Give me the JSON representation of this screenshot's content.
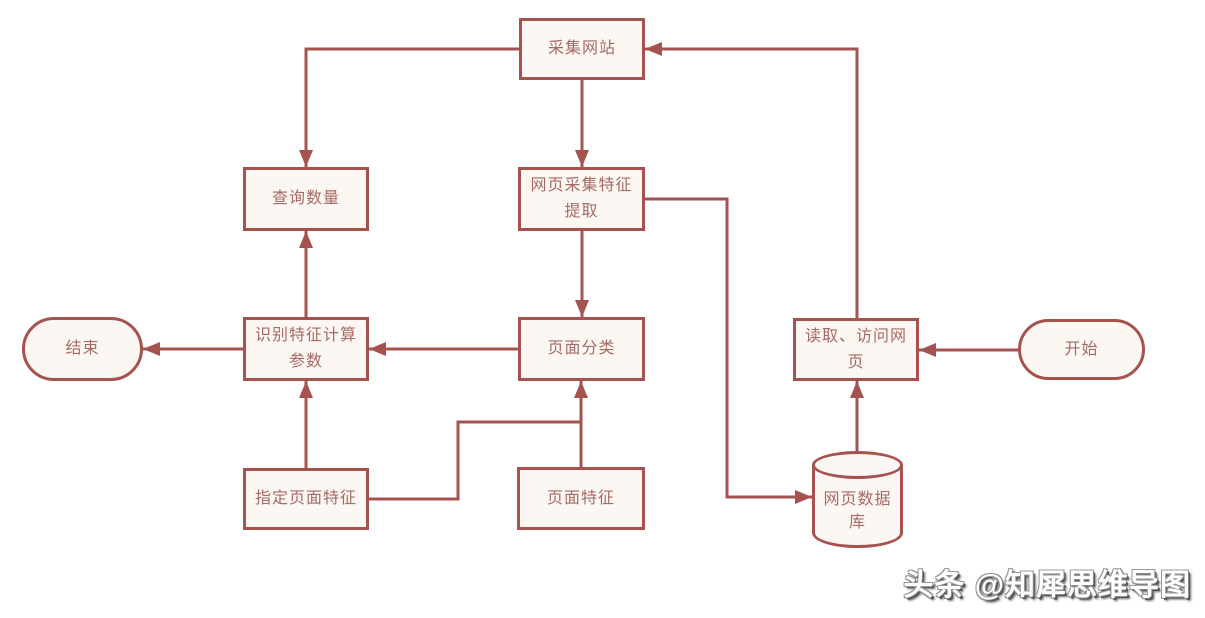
{
  "colors": {
    "line": "#a6534f",
    "node_fill": "#fcf7f3",
    "node_text": "#a76a64",
    "background": "#ffffff"
  },
  "nodes": [
    {
      "id": "collect-website",
      "shape": "rect",
      "label": "采集网站"
    },
    {
      "id": "query-quantity",
      "shape": "rect",
      "label": "查询数量"
    },
    {
      "id": "web-collect-feature-extraction",
      "shape": "rect",
      "label": "网页采集特征\n提取"
    },
    {
      "id": "end",
      "shape": "stadium",
      "label": "结束"
    },
    {
      "id": "identify-feature-calc-params",
      "shape": "rect",
      "label": "识别特征计算\n参数"
    },
    {
      "id": "page-classification",
      "shape": "rect",
      "label": "页面分类"
    },
    {
      "id": "read-access-webpage",
      "shape": "rect",
      "label": "读取、访问网\n页"
    },
    {
      "id": "start",
      "shape": "stadium",
      "label": "开始"
    },
    {
      "id": "specify-page-features",
      "shape": "rect",
      "label": "指定页面特征"
    },
    {
      "id": "page-features",
      "shape": "rect",
      "label": "页面特征"
    },
    {
      "id": "webpage-database",
      "shape": "cylinder",
      "label": "网页数据\n库"
    }
  ],
  "edges": [
    {
      "from": "collect-website",
      "to": "web-collect-feature-extraction"
    },
    {
      "from": "collect-website",
      "to": "query-quantity"
    },
    {
      "from": "read-access-webpage",
      "to": "collect-website"
    },
    {
      "from": "web-collect-feature-extraction",
      "to": "page-classification"
    },
    {
      "from": "page-classification",
      "to": "identify-feature-calc-params"
    },
    {
      "from": "identify-feature-calc-params",
      "to": "end"
    },
    {
      "from": "identify-feature-calc-params",
      "to": "query-quantity"
    },
    {
      "from": "specify-page-features",
      "to": "identify-feature-calc-params"
    },
    {
      "from": "page-features",
      "to": "page-classification"
    },
    {
      "from": "specify-page-features",
      "to": "page-classification"
    },
    {
      "from": "start",
      "to": "read-access-webpage"
    },
    {
      "from": "webpage-database",
      "to": "read-access-webpage"
    },
    {
      "from": "web-collect-feature-extraction",
      "to": "webpage-database"
    }
  ],
  "watermark": "头条 @知犀思维导图"
}
